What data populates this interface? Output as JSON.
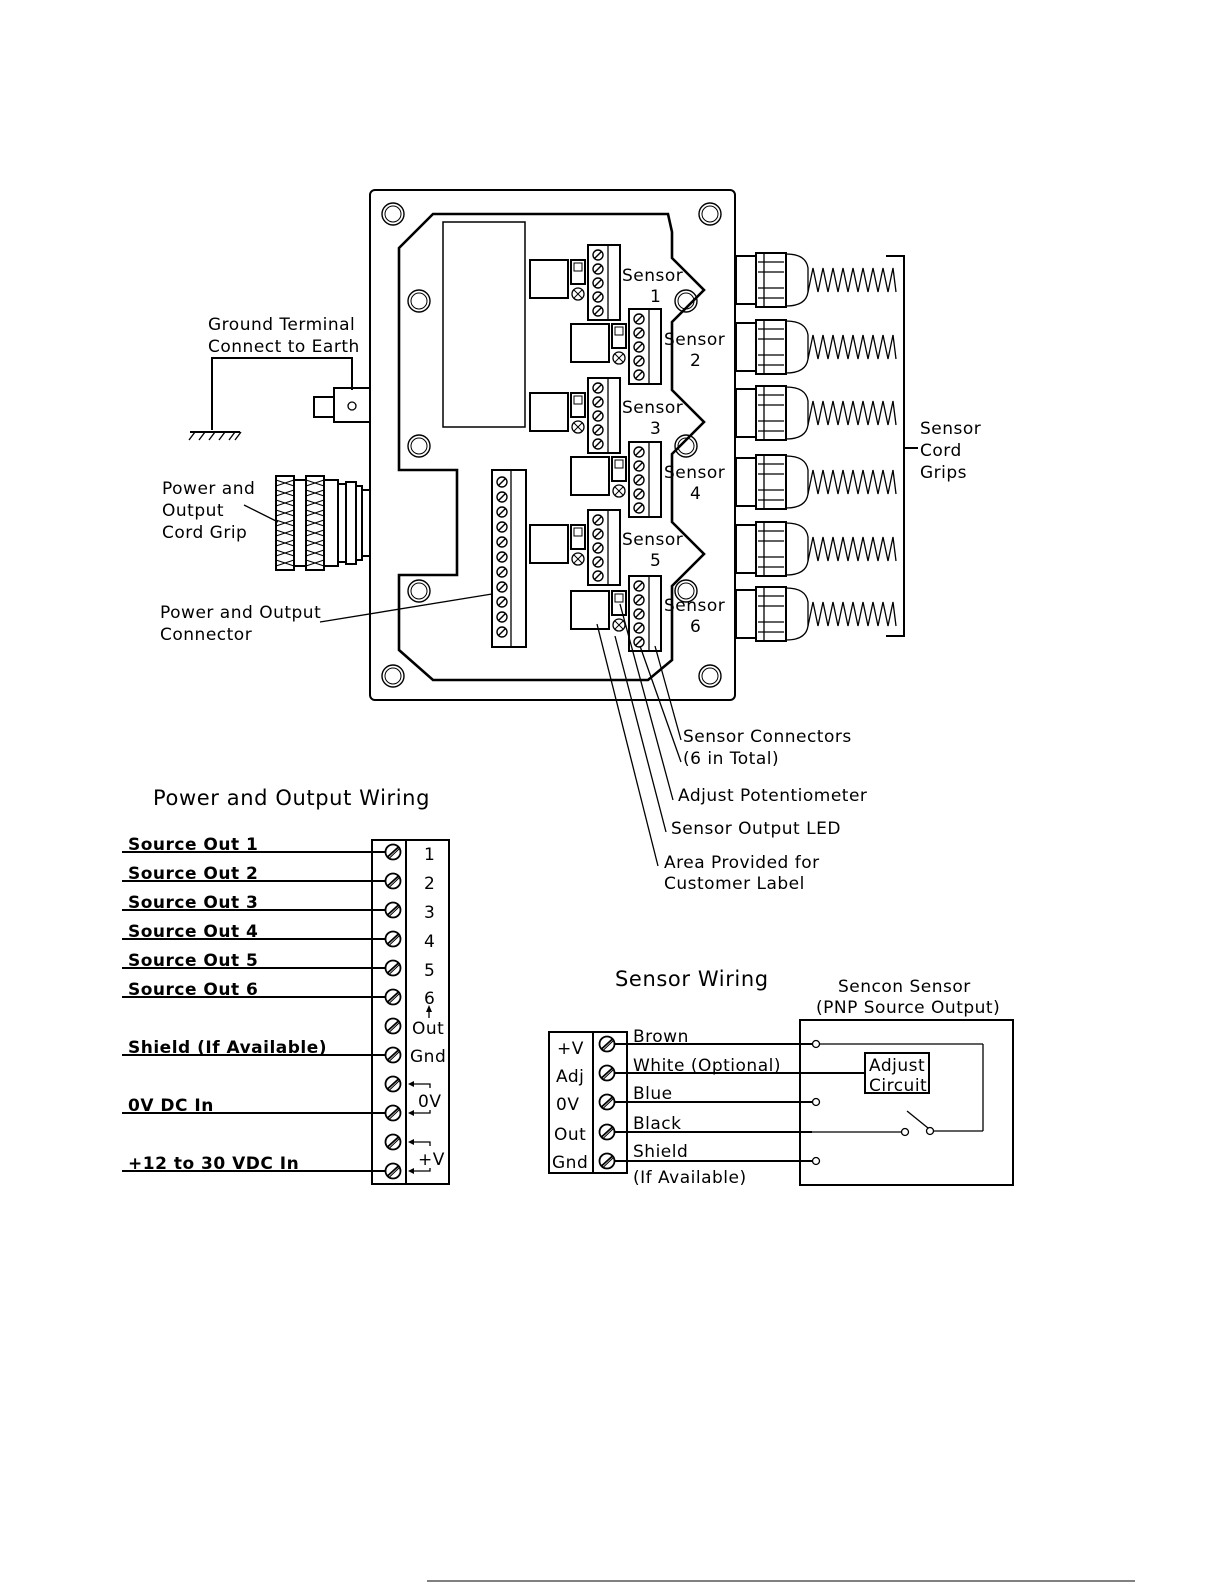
{
  "enclosure": {
    "sensor_blocks": [
      {
        "label": "Sensor",
        "num": "1"
      },
      {
        "label": "Sensor",
        "num": "2"
      },
      {
        "label": "Sensor",
        "num": "3"
      },
      {
        "label": "Sensor",
        "num": "4"
      },
      {
        "label": "Sensor",
        "num": "5"
      },
      {
        "label": "Sensor",
        "num": "6"
      }
    ],
    "ground_label_1": "Ground Terminal",
    "ground_label_2": "Connect to Earth",
    "power_grip_1": "Power and",
    "power_grip_2": "Output",
    "power_grip_3": "Cord Grip",
    "power_conn_1": "Power and Output",
    "power_conn_2": "Connector",
    "cord_grips_1": "Sensor",
    "cord_grips_2": "Cord",
    "cord_grips_3": "Grips",
    "callout_connectors_1": "Sensor Connectors",
    "callout_connectors_2": "(6 in Total)",
    "callout_pot": "Adjust Potentiometer",
    "callout_led": "Sensor Output LED",
    "callout_area_1": "Area Provided for",
    "callout_area_2": "Customer Label"
  },
  "power_wiring": {
    "title": "Power and Output Wiring",
    "wires": [
      "Source Out 1",
      "Source Out 2",
      "Source Out 3",
      "Source Out 4",
      "Source Out 5",
      "Source Out 6",
      "Shield (If Available)",
      "0V DC In",
      "+12 to 30 VDC In"
    ],
    "terminals": [
      "1",
      "2",
      "3",
      "4",
      "5",
      "6",
      "Out",
      "Gnd",
      "0V",
      "+V"
    ]
  },
  "sensor_wiring": {
    "title": "Sensor Wiring",
    "sensor_title_1": "Sencon Sensor",
    "sensor_title_2": "(PNP Source Output)",
    "terminals": [
      "+V",
      "Adj",
      "0V",
      "Out",
      "Gnd"
    ],
    "wires": [
      "Brown",
      "White (Optional)",
      "Blue",
      "Black",
      "Shield"
    ],
    "shield_note": "(If Available)",
    "adjust_1": "Adjust",
    "adjust_2": "Circuit"
  }
}
